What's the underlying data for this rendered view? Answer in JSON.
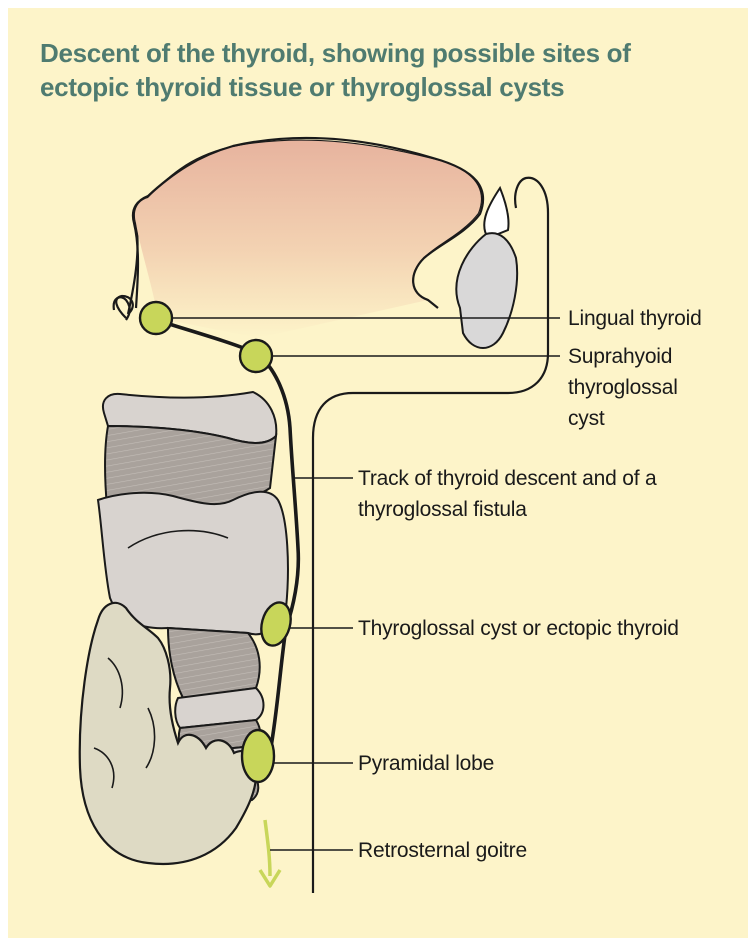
{
  "title": {
    "line1": "Descent of the thyroid, showing possible sites of",
    "line2": "ectopic thyroid tissue or thyroglossal cysts"
  },
  "labels": {
    "lingual": [
      "Lingual thyroid"
    ],
    "suprahyoid": [
      "Suprahyoid",
      "thyroglossal",
      "cyst"
    ],
    "track": [
      "Track of thyroid descent and of a",
      "thyroglossal fistula"
    ],
    "cyst": [
      "Thyroglossal cyst or ectopic thyroid"
    ],
    "pyramidal": [
      "Pyramidal lobe"
    ],
    "retrosternal": [
      "Retrosternal goitre"
    ]
  },
  "colors": {
    "background": "#fdf4c9",
    "title": "#4f7b70",
    "thyroid_sites": "#c8d65a",
    "cartilage": "#d8d3cf",
    "gland": "#dedac4",
    "tongue": "#e9b8a0",
    "outline": "#1a1a1a"
  }
}
